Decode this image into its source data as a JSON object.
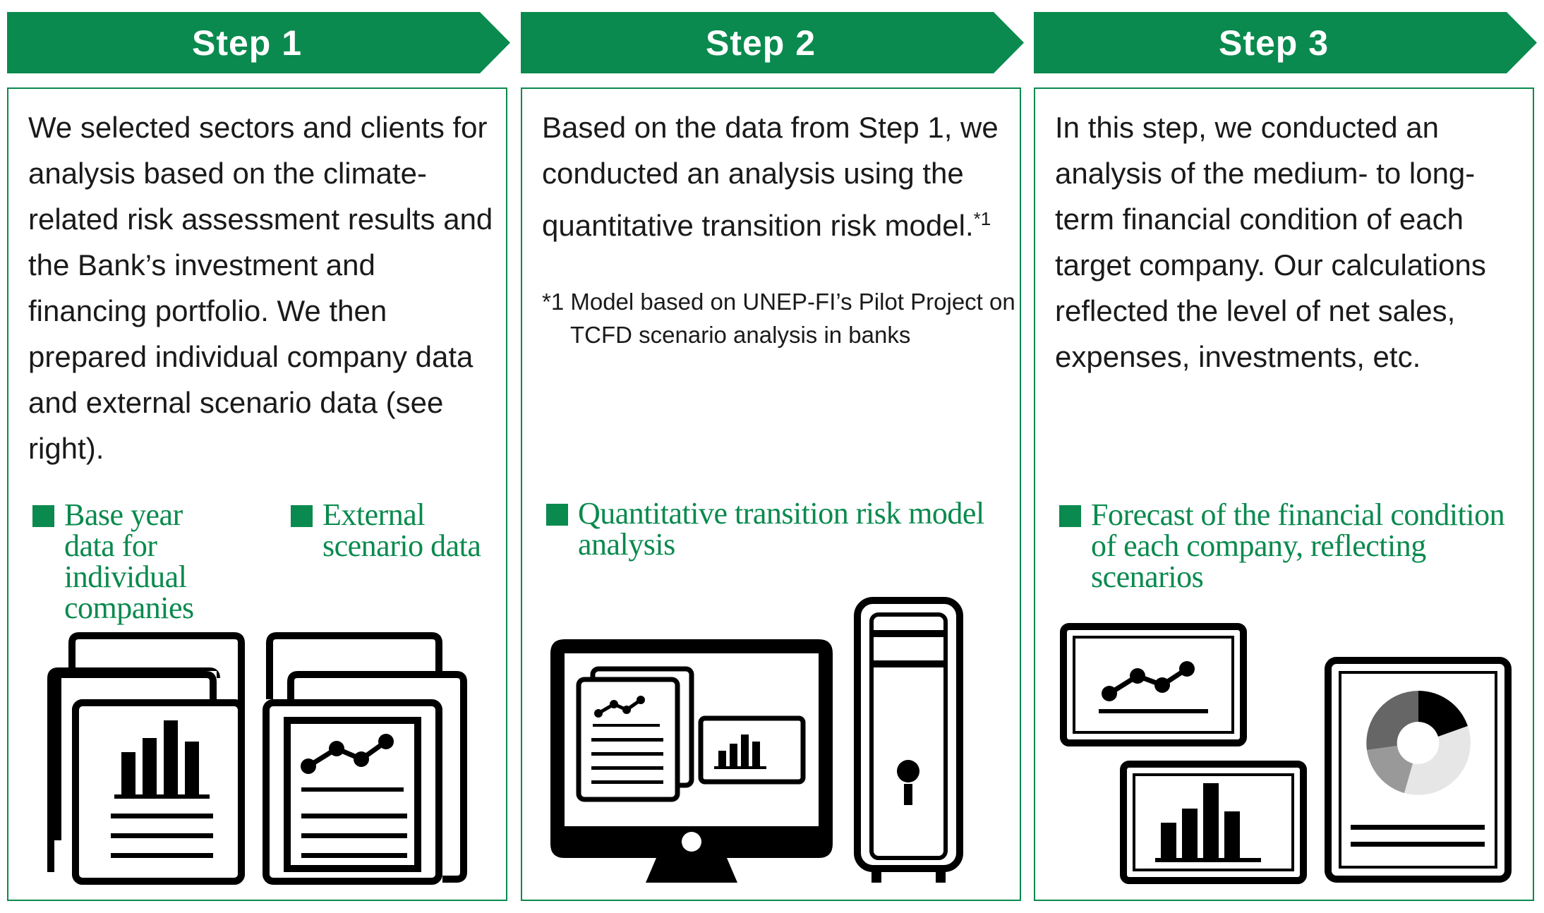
{
  "colors": {
    "accent": "#0a8a4e",
    "ink": "#000000",
    "gray_dark": "#666666",
    "gray_mid": "#999999",
    "gray_light": "#e6e6e6"
  },
  "steps": [
    {
      "label": "Step 1",
      "description": "We selected sectors and clients for analysis based on the climate-related risk assessment results and the Bank’s investment and financing portfolio. We then prepared individual company data and external scenario data (see right).",
      "tags": [
        "Base year data for individual companies",
        "External scenario data"
      ],
      "icons": [
        "bar-chart-documents-icon",
        "line-chart-documents-icon"
      ]
    },
    {
      "label": "Step 2",
      "description": "Based on the data from Step 1, we conducted an analysis using the quantitative transition risk model.",
      "footnote_ref": "*1",
      "footnote": "*1 Model based on UNEP-FI’s Pilot Project on TCFD scenario analysis in banks",
      "tags": [
        "Quantitative transition risk model analysis"
      ],
      "icons": [
        "computer-monitor-icon",
        "desktop-tower-icon"
      ]
    },
    {
      "label": "Step 3",
      "description": "In this step, we conducted an analysis of the medium- to long-term financial condition of each target company. Our calculations reflected the level of net sales, expenses, investments, etc.",
      "tags": [
        "Forecast of the financial condition of each company, reflecting scenarios"
      ],
      "icons": [
        "line-chart-screen-icon",
        "bar-chart-screen-icon",
        "pie-chart-report-icon"
      ]
    }
  ]
}
